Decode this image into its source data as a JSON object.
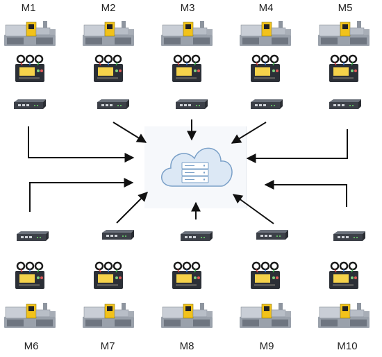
{
  "diagram": {
    "top_labels": [
      "M1",
      "M2",
      "M3",
      "M4",
      "M5"
    ],
    "bottom_labels": [
      "M6",
      "M7",
      "M8",
      "M9",
      "M10"
    ],
    "node_icons": [
      "injection-molding-machine-icon",
      "power-meter-icon",
      "network-gateway-icon"
    ],
    "hub_icon": "cloud-server-icon",
    "colors": {
      "machine_body": "#c9ced6",
      "machine_panel": "#f2c21a",
      "meter_body": "#2b2f36",
      "meter_screen": "#f5d24a",
      "gateway_body": "#3c4048",
      "cloud_fill": "#dce8f5",
      "cloud_stroke": "#7aa0c8",
      "arrow": "#111111"
    }
  }
}
